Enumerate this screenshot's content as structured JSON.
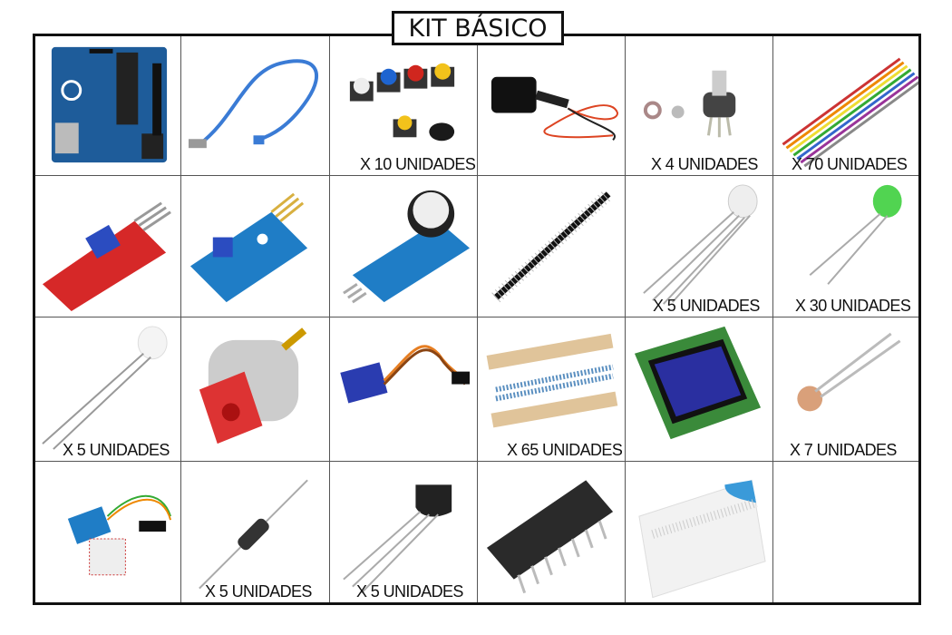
{
  "title": "KIT BÁSICO",
  "labels": {
    "buttons": "X 10 UNIDADES",
    "potentiometer": "X 4 UNIDADES",
    "jumpers": "X 70 UNIDADES",
    "rgb_led": "X 5 UNIDADES",
    "green_led": "X 30 UNIDADES",
    "ir_led": "X 5 UNIDADES",
    "resistors": "X 65 UNIDADES",
    "ldr": "X 7 UNIDADES",
    "diode": "X 5 UNIDADES",
    "transistor": "X 5 UNIDADES"
  }
}
